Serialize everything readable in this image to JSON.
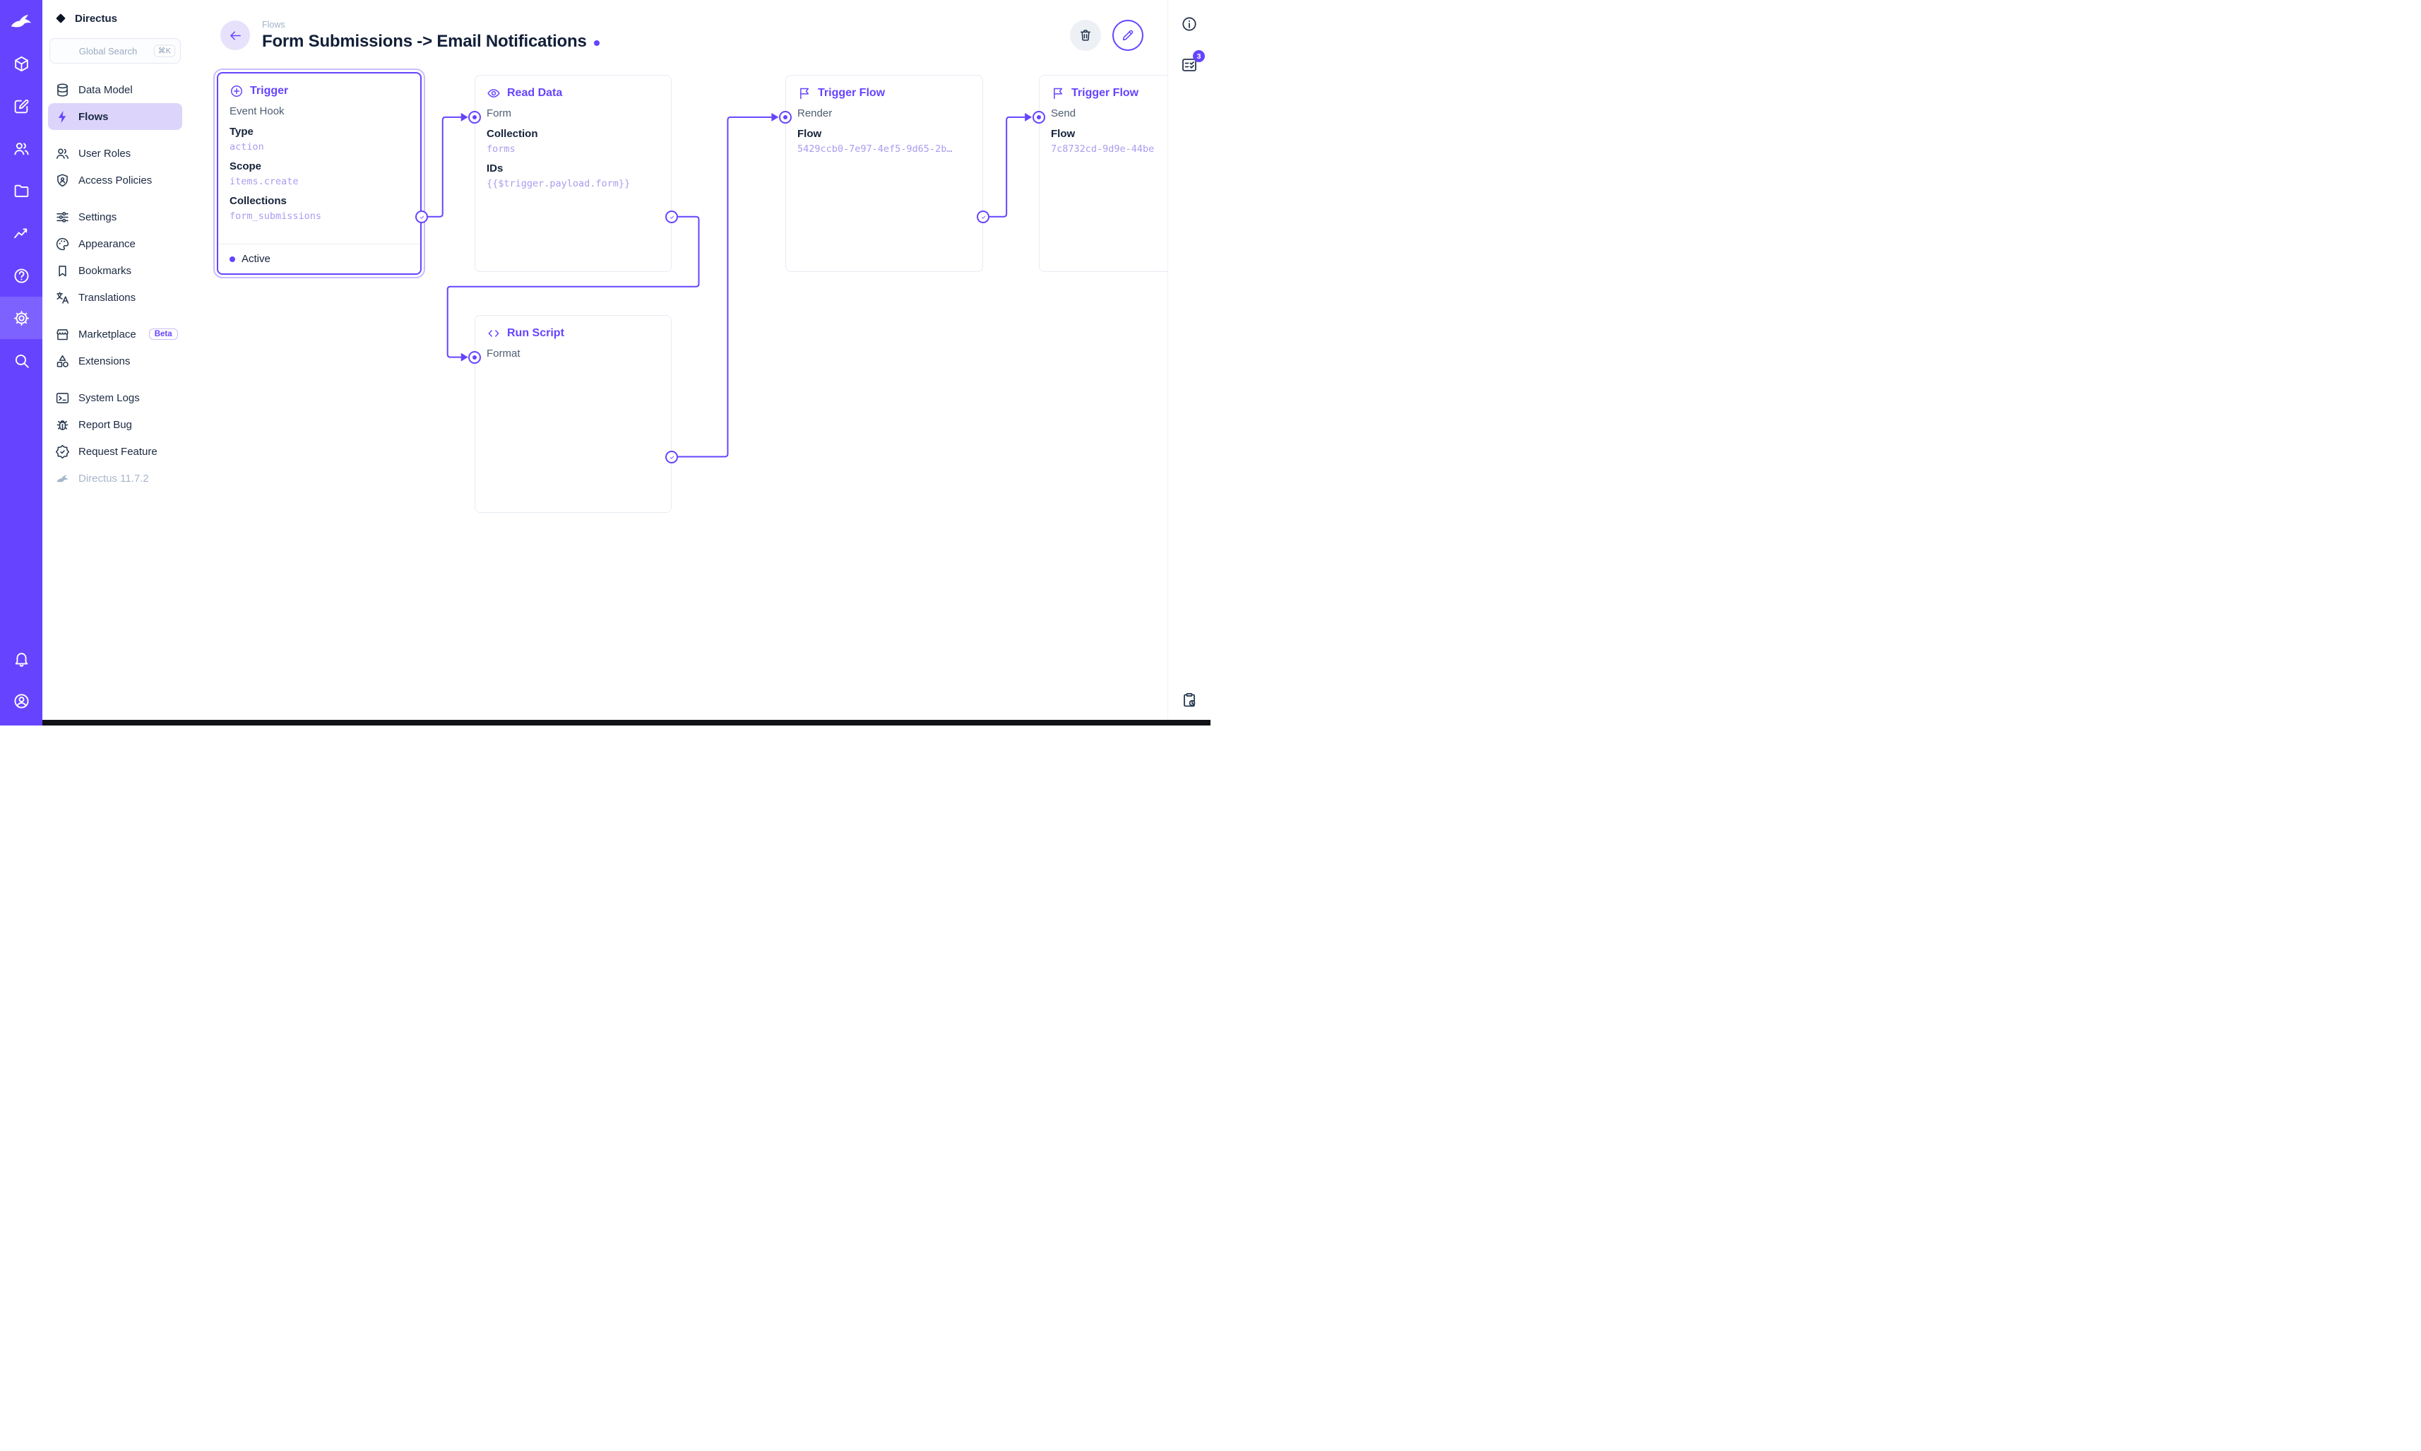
{
  "app": {
    "project_name": "Directus",
    "version_label": "Directus 11.7.2"
  },
  "module_bar": {
    "modules": [
      "directus-logo",
      "content",
      "edit",
      "users",
      "files",
      "insights",
      "docs",
      "settings",
      "search"
    ],
    "bottom": [
      "notifications",
      "account"
    ],
    "accent_color": "#6644FF"
  },
  "sidebar": {
    "project_name": "Directus",
    "search": {
      "placeholder": "Global Search",
      "shortcut": "⌘K"
    },
    "groups": [
      {
        "items": [
          {
            "label": "Data Model",
            "icon": "database"
          },
          {
            "label": "Flows",
            "icon": "bolt",
            "active": true
          }
        ]
      },
      {
        "items": [
          {
            "label": "User Roles",
            "icon": "people"
          },
          {
            "label": "Access Policies",
            "icon": "shield-person"
          }
        ]
      },
      {
        "items": [
          {
            "label": "Settings",
            "icon": "tune"
          },
          {
            "label": "Appearance",
            "icon": "palette"
          },
          {
            "label": "Bookmarks",
            "icon": "bookmark"
          },
          {
            "label": "Translations",
            "icon": "translate"
          }
        ]
      },
      {
        "items": [
          {
            "label": "Marketplace",
            "icon": "storefront",
            "badge": "Beta"
          },
          {
            "label": "Extensions",
            "icon": "category"
          }
        ]
      },
      {
        "items": [
          {
            "label": "System Logs",
            "icon": "terminal"
          },
          {
            "label": "Report Bug",
            "icon": "bug"
          },
          {
            "label": "Request Feature",
            "icon": "new-releases"
          },
          {
            "label": "Directus 11.7.2",
            "icon": "rabbit",
            "muted": true
          }
        ]
      }
    ]
  },
  "header": {
    "breadcrumb": "Flows",
    "title": "Form Submissions -> Email Notifications"
  },
  "right_panel": {
    "badge_count": "3",
    "icons": [
      "info",
      "activity-log",
      "clipboard-clock"
    ]
  },
  "flow": {
    "trigger": {
      "title": "Trigger",
      "subtitle": "Event Hook",
      "type_label": "Type",
      "type_value": "action",
      "scope_label": "Scope",
      "scope_value": "items.create",
      "collections_label": "Collections",
      "collections_value": "form_submissions",
      "status": "Active"
    },
    "read_data": {
      "title": "Read Data",
      "name": "Form",
      "collection_label": "Collection",
      "collection_value": "forms",
      "ids_label": "IDs",
      "ids_value": "{{$trigger.payload.form}}"
    },
    "run_script": {
      "title": "Run Script",
      "name": "Format"
    },
    "trigger_flow_render": {
      "title": "Trigger Flow",
      "name": "Render",
      "flow_label": "Flow",
      "flow_value": "5429ccb0-7e97-4ef5-9d65-2b…"
    },
    "trigger_flow_send": {
      "title": "Trigger Flow",
      "name": "Send",
      "flow_label": "Flow",
      "flow_value": "7c8732cd-9d9e-44be"
    }
  }
}
